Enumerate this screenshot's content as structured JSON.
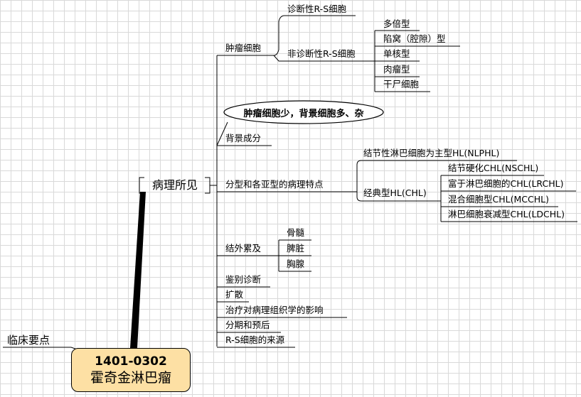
{
  "central": {
    "code": "1401-0302",
    "title": "霍奇金淋巴瘤"
  },
  "left_branch": "临床要点",
  "main_branch": "病理所见",
  "callout": "肿瘤细胞少，背景细胞多、杂",
  "branches": {
    "tumor_cells": {
      "label": "肿瘤细胞",
      "diagnostic": "诊断性R-S细胞",
      "non_diagnostic": {
        "label": "非诊断性R-S细胞",
        "items": [
          "多倍型",
          "陷窝（腔隙）型",
          "单核型",
          "肉瘤型",
          "干尸细胞"
        ]
      }
    },
    "background": "背景成分",
    "subtypes": {
      "label": "分型和各亚型的病理特点",
      "nodular": "结节性淋巴细胞为主型HL(NLPHL)",
      "classic": {
        "label": "经典型HL(CHL)",
        "items": [
          "结节硬化CHL(NSCHL)",
          "富于淋巴细胞的CHL(LRCHL)",
          "混合细胞型CHL(MCCHL)",
          "淋巴细胞衰减型CHL(LDCHL)"
        ]
      }
    },
    "extranodal": {
      "label": "结外累及",
      "items": [
        "骨髓",
        "脾脏",
        "胸腺"
      ]
    },
    "others": [
      "鉴别诊断",
      "扩散",
      "治疗对病理组织学的影响",
      "分期和预后",
      "R-S细胞的来源"
    ]
  },
  "colors": {
    "central_fill": "#fde0a4",
    "line": "#000000",
    "grid": "#d9d9d9"
  }
}
